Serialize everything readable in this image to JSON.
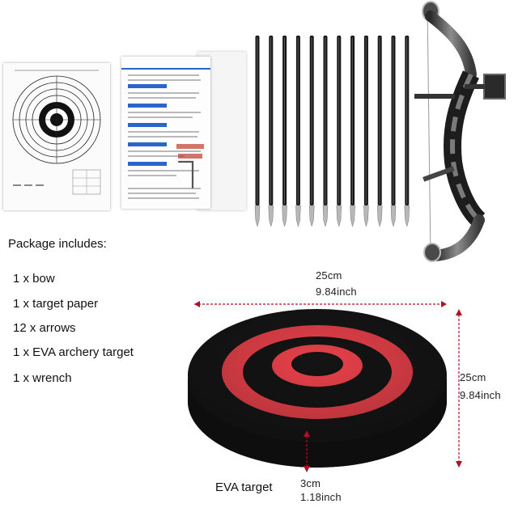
{
  "package": {
    "heading": "Package includes:",
    "items": [
      "1 x bow",
      "1 x target paper",
      "12 x arrows",
      "1 x EVA archery target",
      "1 x wrench"
    ]
  },
  "dimensions": {
    "width_cm": "25cm",
    "width_inch": "9.84inch",
    "height_cm": "25cm",
    "height_inch": "9.84inch",
    "thickness_cm": "3cm",
    "thickness_inch": "1.18inch"
  },
  "target_label": "EVA target",
  "arrow_count": 12,
  "colors": {
    "target_red": "#e8414a",
    "target_black": "#141414",
    "dimension_line": "#b01020",
    "notice_blue": "#2a66c8"
  }
}
